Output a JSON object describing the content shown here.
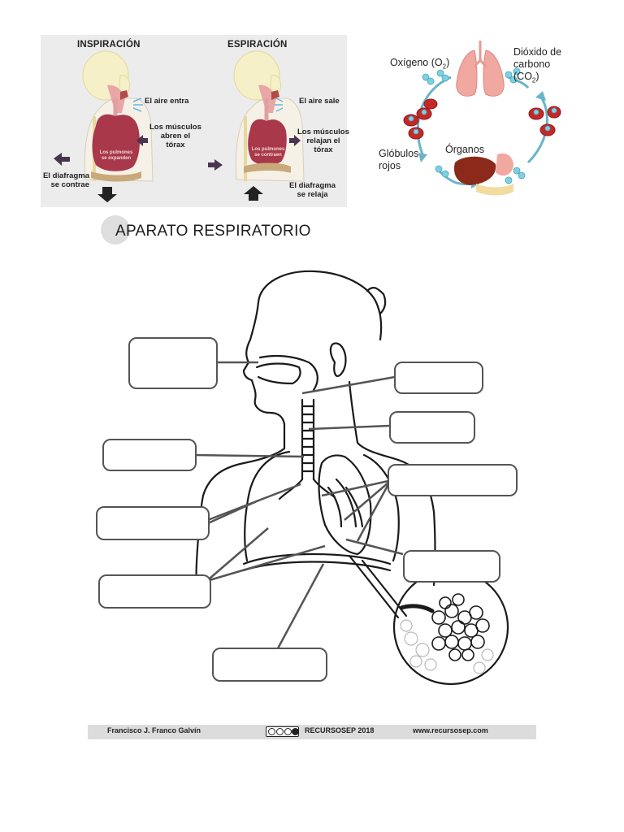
{
  "breathing": {
    "inspiration_title": "INSPIRACIÓN",
    "expiration_title": "ESPIRACIÓN",
    "air_in": "El aire entra",
    "muscles_open": "Los músculos\nabren el\ntórax",
    "diaphragm_contracts": "El diafragma\nse contrae",
    "lungs_expand": "Los pulmones\nse expanden",
    "air_out": "El aire sale",
    "muscles_relax": "Los músculos\nrelajan el\ntórax",
    "diaphragm_relaxes": "El diafragma\nse relaja",
    "lungs_contract": "Los pulmones\nse contraen"
  },
  "cycle": {
    "oxygen": "Oxígeno (O",
    "oxygen_sub": "2",
    "oxygen_end": ")",
    "co2_line1": "Dióxido de",
    "co2_line2": "carbono (CO",
    "co2_sub": "2",
    "co2_end": ")",
    "red_cells_line1": "Glóbulos",
    "red_cells_line2": "rojos",
    "organs": "Órganos"
  },
  "title": "APARATO RESPIRATORIO",
  "footer": {
    "author": "Francisco J. Franco Galvín",
    "license_project": "RECURSOSEP 2018",
    "website": "www.recursosep.com"
  },
  "colors": {
    "panel_bg": "#ececec",
    "lung_red": "#a8384a",
    "blood_red": "#c62828",
    "molecule_blue": "#7fd0e0",
    "footer_bg": "#dcdcdc",
    "line_gray": "#555555"
  }
}
